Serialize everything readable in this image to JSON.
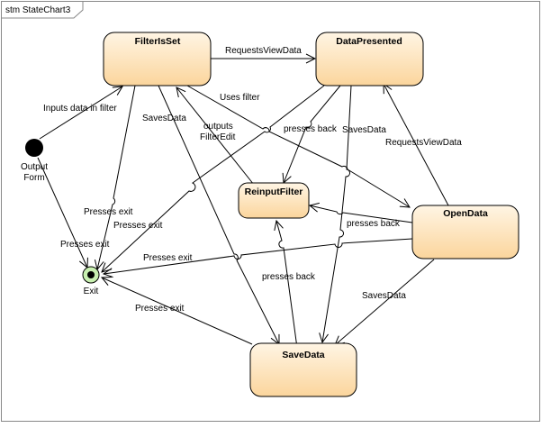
{
  "diagram": {
    "title": "stm StateChart3",
    "colors": {
      "state_fill_top": "#fff5e4",
      "state_fill_bottom": "#fbd59c",
      "state_stroke": "#000000",
      "exit_fill": "#c8f0b0",
      "line": "#000000",
      "background": "#ffffff"
    },
    "pseudo_states": {
      "initial": {
        "label_line1": "Output",
        "label_line2": "Form"
      },
      "exit": {
        "label": "Exit"
      }
    },
    "states": {
      "filter_is_set": "FilterIsSet",
      "data_presented": "DataPresented",
      "reinput_filter": "ReinputFilter",
      "open_data": "OpenData",
      "save_data": "SaveData"
    },
    "transitions": {
      "requests_view_data_1": "RequestsViewData",
      "inputs_data_in_filter": "Inputs data in filter",
      "saves_data_1": "SavesData",
      "outputs_filter_edit_1": "outputs",
      "outputs_filter_edit_2": "FilterEdit",
      "uses_filter": "Uses filter",
      "presses_back_1": "presses back",
      "saves_data_2": "SavesData",
      "requests_view_data_2": "RequestsViewData",
      "presses_exit_1": "Presses exit",
      "presses_exit_2": "Presses exit",
      "presses_exit_3": "Presses exit",
      "presses_back_2": "presses back",
      "presses_exit_4": "Presses exit",
      "presses_back_3": "presses back",
      "saves_data_3": "SavesData",
      "presses_exit_5": "Presses exit"
    }
  }
}
